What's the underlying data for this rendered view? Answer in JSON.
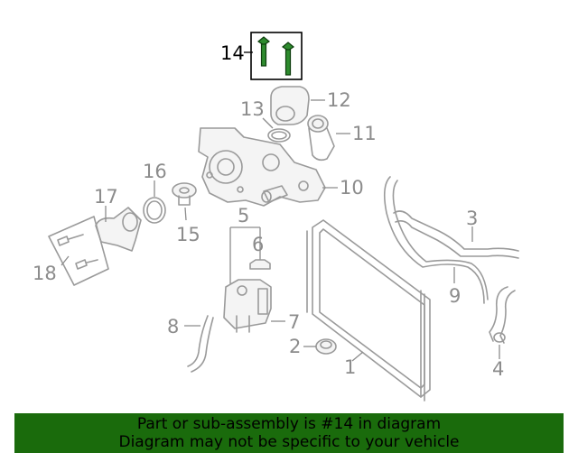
{
  "diagram": {
    "highlight_part": "14",
    "callouts": [
      "14",
      "13",
      "12",
      "11",
      "10",
      "16",
      "17",
      "15",
      "5",
      "6",
      "18",
      "3",
      "9",
      "8",
      "7",
      "2",
      "1",
      "4"
    ]
  },
  "banner": {
    "line1": "Part or sub-assembly is #14 in diagram",
    "line2": "Diagram may not be specific to your vehicle"
  },
  "colors": {
    "banner_bg": "#1a6b0c",
    "highlight": "#2e8b2e",
    "part_stroke": "#9a9a9a"
  }
}
